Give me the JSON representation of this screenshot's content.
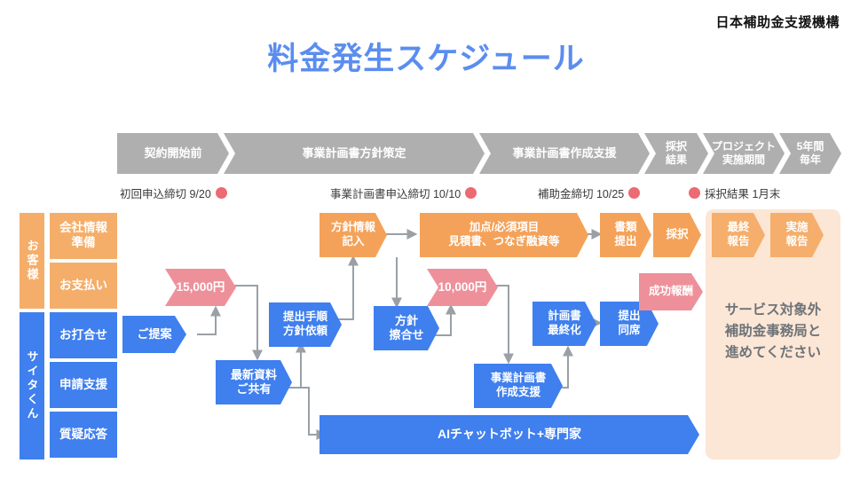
{
  "header": {
    "title": "料金発生スケジュール",
    "brand": "日本補助金支援機構"
  },
  "colors": {
    "title": "#5B8DEF",
    "phase_bar": "#AFAFAF",
    "customer_lane": "#F4AE6A",
    "bot_lane": "#3F7FEE",
    "orange_node": "#F4A259",
    "blue_node": "#3F7FEE",
    "fee_node": "#EE909A",
    "milestone_dot": "#EC6A73",
    "outside_panel": "#FCE6D5",
    "outside_note_text": "#6E7378",
    "connector": "#9AA0A6"
  },
  "phases": [
    {
      "label": "契約開始前"
    },
    {
      "label": "事業計画書方針策定"
    },
    {
      "label": "事業計画書作成支援"
    },
    {
      "label": "採択\n結果"
    },
    {
      "label": "プロジェクト\n実施期間"
    },
    {
      "label": "5年間\n毎年"
    }
  ],
  "phase_labels": {
    "p0": "契約開始前",
    "p1": "事業計画書方針策定",
    "p2": "事業計画書作成支援",
    "p3_line1": "採択",
    "p3_line2": "結果",
    "p4_line1": "プロジェクト",
    "p4_line2": "実施期間",
    "p5_line1": "5年間",
    "p5_line2": "毎年"
  },
  "milestones": [
    {
      "label": "初回申込締切 9/20",
      "dot": "after"
    },
    {
      "label": "事業計画書申込締切 10/10",
      "dot": "after"
    },
    {
      "label": "補助金締切 10/25",
      "dot": "after"
    },
    {
      "label": "採択結果 1月末",
      "dot": "before"
    }
  ],
  "milestone_labels": {
    "m0": "初回申込締切 9/20",
    "m1": "事業計画書申込締切 10/10",
    "m2": "補助金締切 10/25",
    "m3": "採択結果 1月末"
  },
  "lanes": {
    "customer": "お客様",
    "bot": "サイタくん"
  },
  "lane_tasks": {
    "customer": [
      {
        "l1": "会社情報",
        "l2": "準備"
      },
      {
        "l1": "お支払い",
        "l2": ""
      }
    ],
    "bot": [
      {
        "l1": "お打合せ",
        "l2": ""
      },
      {
        "l1": "申請支援",
        "l2": ""
      },
      {
        "l1": "質疑応答",
        "l2": ""
      }
    ],
    "c0_l1": "会社情報",
    "c0_l2": "準備",
    "c1_l1": "お支払い",
    "b0_l1": "お打合せ",
    "b1_l1": "申請支援",
    "b2_l1": "質疑応答"
  },
  "nodes": {
    "proposal_l1": "ご提案",
    "fee1": "15,000円",
    "latest_docs_l1": "最新資料",
    "latest_docs_l2": "ご共有",
    "submit_proc_l1": "提出手順",
    "submit_proc_l2": "方針依頼",
    "policy_info_l1": "方針情報",
    "policy_info_l2": "記入",
    "policy_align_l1": "方針",
    "policy_align_l2": "擦合せ",
    "bonus_items_l1": "加点/必須項目",
    "bonus_items_l2": "見積書、つなぎ融資等",
    "fee2": "10,000円",
    "plan_support_l1": "事業計画書",
    "plan_support_l2": "作成支援",
    "plan_final_l1": "計画書",
    "plan_final_l2": "最終化",
    "submit_attend_l1": "提出",
    "submit_attend_l2": "同席",
    "docs_submit_l1": "書類",
    "docs_submit_l2": "提出",
    "adopted_l1": "採択",
    "success_fee": "成功報酬",
    "final_report_l1": "最終",
    "final_report_l2": "報告",
    "impl_report_l1": "実施",
    "impl_report_l2": "報告",
    "ai_chatbot": "AIチャットボット+専門家"
  },
  "outside_note": {
    "l1": "サービス対象外",
    "l2": "補助金事務局と",
    "l3": "進めてください"
  }
}
